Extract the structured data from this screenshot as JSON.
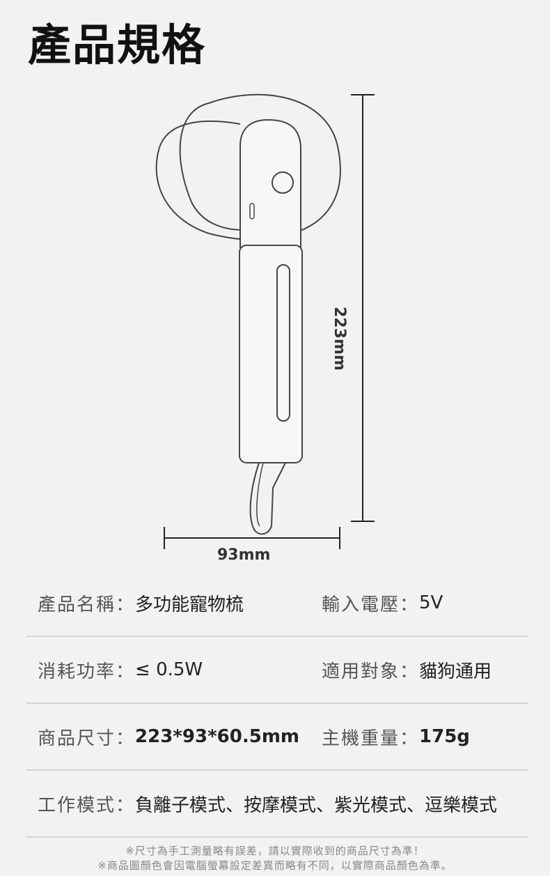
{
  "title": "產品規格",
  "dimensions": {
    "width": "93mm",
    "height": "223mm"
  },
  "specs": {
    "name_label": "產品名稱：",
    "name_value": "多功能寵物梳",
    "voltage_label": "輸入電壓：",
    "voltage_value": "5V",
    "power_label": "消耗功率：",
    "power_value": "≤ 0.5W",
    "target_label": "適用對象：",
    "target_value": "貓狗通用",
    "size_label": "商品尺寸：",
    "size_value": "223*93*60.5mm",
    "weight_label": "主機重量：",
    "weight_value": "175g",
    "mode_label": "工作模式：",
    "mode_value": "負離子模式、按摩模式、紫光模式、逗樂模式"
  },
  "notes": {
    "line1": "※尺寸為手工測量略有誤差，請以實際收到的商品尺寸為準！",
    "line2": "※商品圖顏色會因電腦螢幕設定差異而略有不同，以實際商品顏色為準。"
  }
}
